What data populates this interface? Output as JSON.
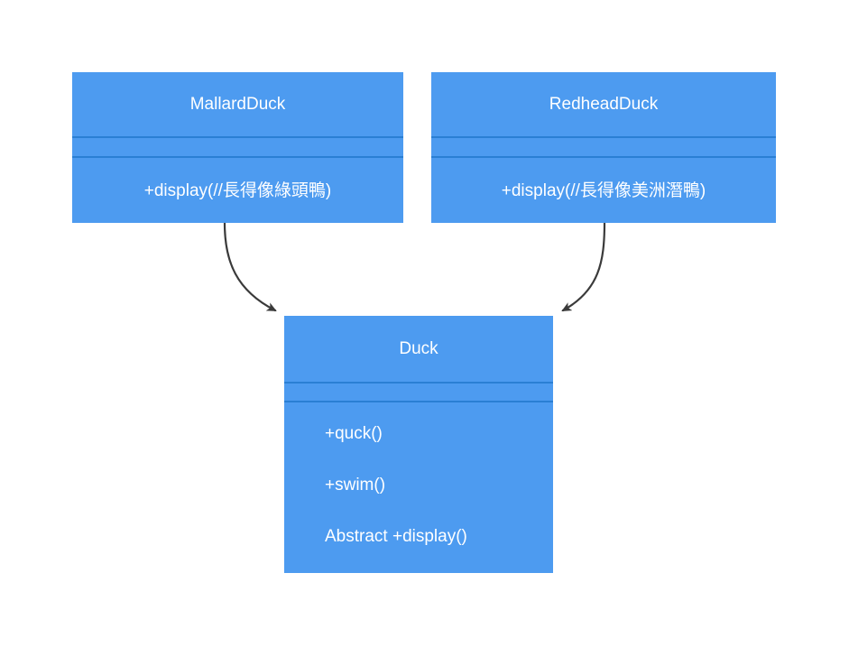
{
  "diagram": {
    "type": "uml-class-diagram",
    "background_color": "#ffffff",
    "class_fill_color": "#4d9bf0",
    "class_text_color": "#ffffff",
    "separator_color": "#2a7fd4",
    "edge_color": "#3a3a3a",
    "classes": [
      {
        "id": "mallard-duck",
        "name": "MallardDuck",
        "attributes": [],
        "methods": [
          "+display(//長得像綠頭鴨)"
        ]
      },
      {
        "id": "redhead-duck",
        "name": "RedheadDuck",
        "attributes": [],
        "methods": [
          "+display(//長得像美洲潛鴨)"
        ]
      },
      {
        "id": "duck",
        "name": "Duck",
        "attributes": [],
        "methods": [
          "+quck()",
          "+swim()",
          "Abstract +display()"
        ]
      }
    ],
    "edges": [
      {
        "id": "mallard-to-duck",
        "from": "mallard-duck",
        "to": "duck",
        "kind": "inheritance-arrow"
      },
      {
        "id": "redhead-to-duck",
        "from": "redhead-duck",
        "to": "duck",
        "kind": "inheritance-arrow"
      }
    ]
  }
}
